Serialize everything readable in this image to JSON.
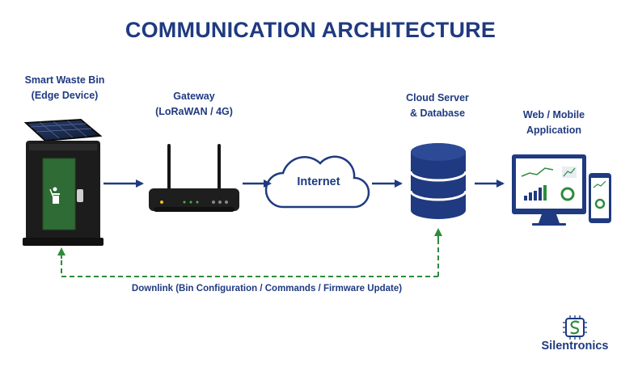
{
  "title": "COMMUNICATION ARCHITECTURE",
  "nodes": {
    "bin": {
      "line1": "Smart Waste Bin",
      "line2": "(Edge Device)"
    },
    "gateway": {
      "line1": "Gateway",
      "line2": "(LoRaWAN / 4G)"
    },
    "internet": {
      "label": "Internet"
    },
    "cloud": {
      "line1": "Cloud Server",
      "line2": "& Database"
    },
    "app": {
      "line1": "Web / Mobile",
      "line2": "Application"
    }
  },
  "downlink": {
    "label": "Downlink (Bin Configuration / Commands / Firmware Update)"
  },
  "brand": {
    "name": "Silentronics"
  },
  "colors": {
    "navy": "#1f3a80",
    "green_dashed": "#2e8b3d",
    "bin_green": "#2f6b34",
    "device_black": "#1c1c1c"
  }
}
